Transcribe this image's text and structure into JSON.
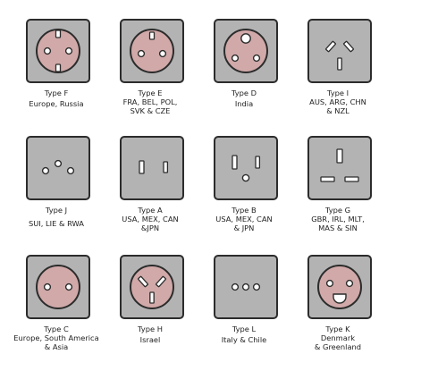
{
  "colors": {
    "plate": "#b3b3b3",
    "outline": "#2c2c2c",
    "socket_face": "#d1a9a9",
    "hole": "#ffffff"
  },
  "plugs": [
    {
      "name": "Type F",
      "where": "Europe, Russia"
    },
    {
      "name": "Type E",
      "where": "FRA, BEL, POL,\nSVK & CZE"
    },
    {
      "name": "Type D",
      "where": "India"
    },
    {
      "name": "Type I",
      "where": "AUS, ARG, CHN\n& NZL"
    },
    {
      "name": "Type J",
      "where": "SUI, LIE & RWA"
    },
    {
      "name": "Type A",
      "where": "USA, MEX, CAN\n&JPN"
    },
    {
      "name": "Type B",
      "where": "USA, MEX, CAN\n& JPN"
    },
    {
      "name": "Type G",
      "where": "GBR, IRL, MLT,\nMAS & SIN"
    },
    {
      "name": "Type C",
      "where": "Europe, South America\n& Asia"
    },
    {
      "name": "Type H",
      "where": "Israel"
    },
    {
      "name": "Type L",
      "where": "Italy & Chile"
    },
    {
      "name": "Type K",
      "where": "Denmark\n& Greenland"
    }
  ]
}
